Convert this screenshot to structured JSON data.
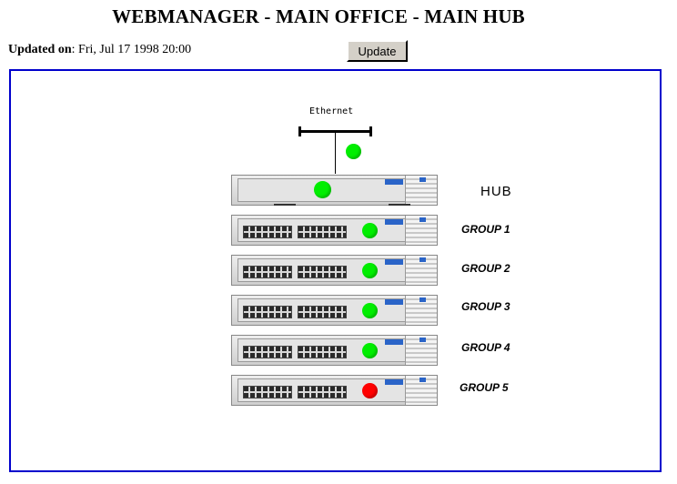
{
  "page": {
    "title": "WEBMANAGER - MAIN OFFICE - MAIN HUB",
    "updated_label": "Updated on",
    "updated_value": ": Fri, Jul 17 1998 20:00",
    "update_button": "Update"
  },
  "network": {
    "ethernet_label": "Ethernet",
    "ethernet_status": "green",
    "hub": {
      "label": "HUB",
      "status": "green"
    },
    "groups": [
      {
        "label": "GROUP 1",
        "status": "green"
      },
      {
        "label": "GROUP 2",
        "status": "green"
      },
      {
        "label": "GROUP 3",
        "status": "green"
      },
      {
        "label": "GROUP 4",
        "status": "green"
      },
      {
        "label": "GROUP 5",
        "status": "red"
      }
    ]
  },
  "colors": {
    "status_ok": "#00ee00",
    "status_fail": "#ff0000",
    "frame_border": "#0000cc"
  }
}
